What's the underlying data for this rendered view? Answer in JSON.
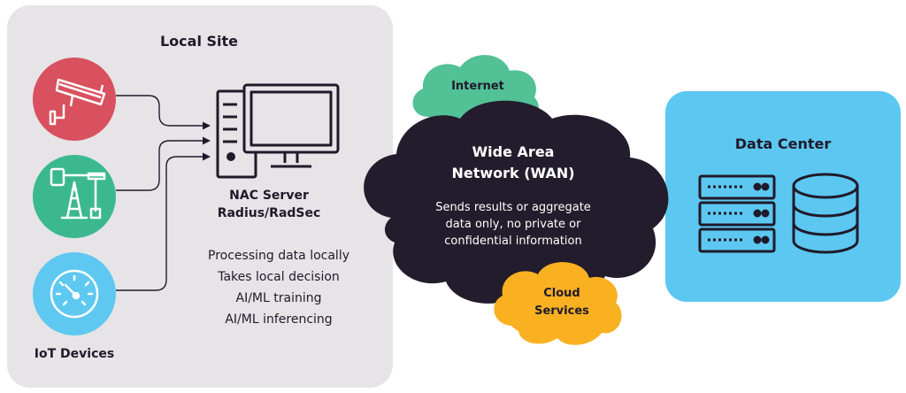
{
  "local_site": {
    "title": "Local Site",
    "devices_label": "IoT Devices",
    "server_label_1": "NAC Server",
    "server_label_2": "Radius/RadSec",
    "tasks": [
      "Processing data locally",
      "Takes local decision",
      "AI/ML training",
      "AI/ML inferencing"
    ]
  },
  "wan": {
    "title_1": "Wide Area",
    "title_2": "Network (WAN)",
    "desc_1": "Sends results or aggregate",
    "desc_2": "data only, no private or",
    "desc_3": "confidential information"
  },
  "internet": {
    "label": "Internet"
  },
  "cloud_services": {
    "label_1": "Cloud",
    "label_2": "Services"
  },
  "data_center": {
    "title": "Data Center"
  },
  "colors": {
    "local_bg": "#e6e4e7",
    "camera_circle": "#d9505e",
    "pump_circle": "#3bb88e",
    "gauge_circle": "#5ec8f0",
    "wan_cloud": "#231c2c",
    "internet_cloud": "#52c196",
    "cloud_services": "#f9b122",
    "data_center_bg": "#5cc8f1"
  },
  "icons": [
    "security-camera-icon",
    "oil-pump-icon",
    "gauge-icon",
    "desktop-computer-icon",
    "server-rack-icon",
    "database-icon"
  ]
}
